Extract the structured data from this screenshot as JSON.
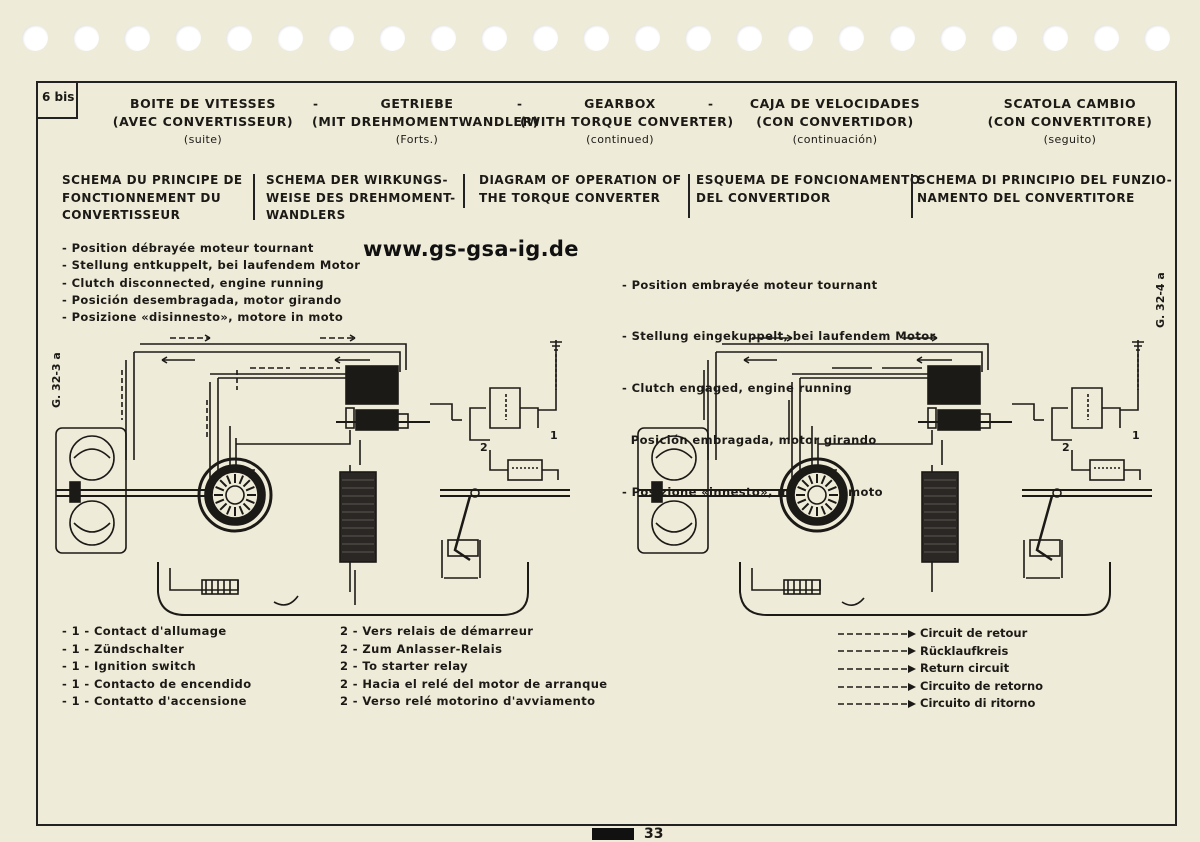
{
  "page": {
    "section": "6 bis",
    "website": "www.gs-gsa-ig.de",
    "page_number": "33",
    "separator": "-"
  },
  "headers": [
    {
      "title": "BOITE DE VITESSES",
      "subtitle": "(AVEC CONVERTISSEUR)",
      "note": "(suite)"
    },
    {
      "title": "GETRIEBE",
      "subtitle": "(MIT DREHMOMENTWANDLER)",
      "note": "(Forts.)"
    },
    {
      "title": "GEARBOX",
      "subtitle": "(WITH TORQUE CONVERTER)",
      "note": "(continued)"
    },
    {
      "title": "CAJA DE VELOCIDADES",
      "subtitle": "(CON CONVERTIDOR)",
      "note": "(continuación)"
    },
    {
      "title": "SCATOLA CAMBIO",
      "subtitle": "(CON CONVERTITORE)",
      "note": "(seguito)"
    }
  ],
  "schema_titles": [
    [
      "SCHEMA DU PRINCIPE DE",
      "FONCTIONNEMENT DU",
      "CONVERTISSEUR"
    ],
    [
      "SCHEMA DER WIRKUNGS-",
      "WEISE DES DREHMOMENT-",
      "WANDLERS"
    ],
    [
      "DIAGRAM OF OPERATION OF",
      "THE TORQUE CONVERTER"
    ],
    [
      "ESQUEMA DE FONCIONAMENTO",
      "DEL CONVERTIDOR"
    ],
    [
      "SCHEMA DI PRINCIPIO DEL FUNZIO-",
      "NAMENTO DEL CONVERTITORE"
    ]
  ],
  "left_condition": [
    "- Position débrayée moteur tournant",
    "- Stellung entkuppelt, bei laufendem Motor",
    "- Clutch disconnected, engine running",
    "- Posición desembragada, motor girando",
    "- Posizione «disinnesto», motore in moto"
  ],
  "right_condition": [
    "- Position embrayée moteur tournant",
    "- Stellung eingekuppelt, bei laufendem Motor",
    "- Clutch engaged, engine running",
    "  Posición embragada, motor girando",
    "- Posizione «innesto», motore in moto"
  ],
  "figure_labels": {
    "left": "G. 32-3 a",
    "right": "G. 32-4 a"
  },
  "diagram_numbers": {
    "one": "1",
    "two": "2"
  },
  "legend_1": [
    "- 1 - Contact d'allumage",
    "- 1 - Zündschalter",
    "- 1 - Ignition switch",
    "- 1 - Contacto de encendido",
    "- 1 - Contatto d'accensione"
  ],
  "legend_2": [
    "2 - Vers relais de démarreur",
    "2 - Zum Anlasser-Relais",
    "2 - To starter relay",
    "2 - Hacia el relé del motor de arranque",
    "2 - Verso relé motorino d'avviamento"
  ],
  "return_circuit": [
    "Circuit de retour",
    "Rücklaufkreis",
    "Return circuit",
    "Circuito de retorno",
    "Circuito di ritorno"
  ],
  "colors": {
    "paper": "#efebd9",
    "ink": "#1c1a16"
  }
}
